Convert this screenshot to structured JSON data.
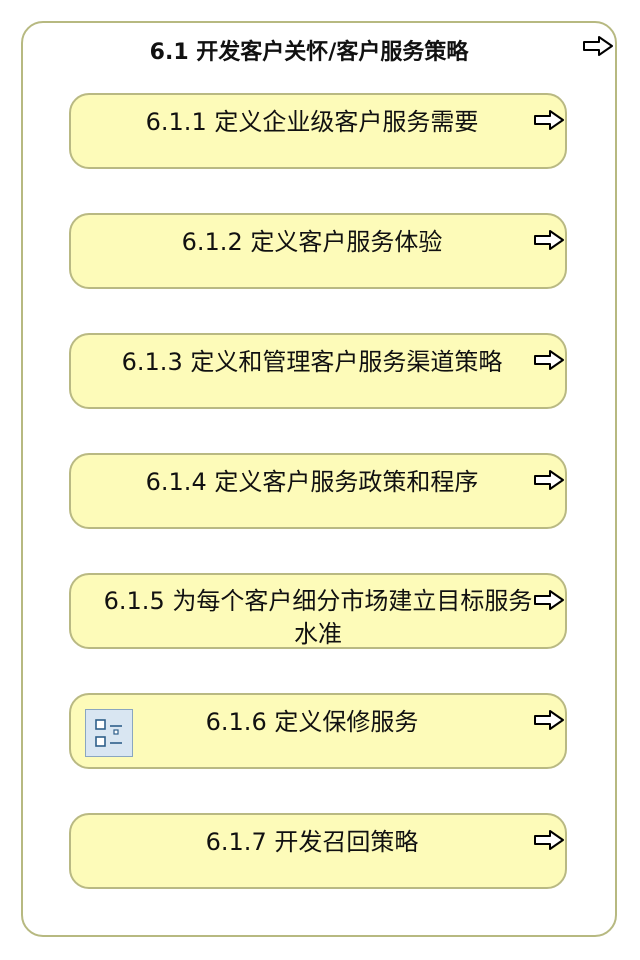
{
  "diagram": {
    "title": "6.1 开发客户关怀/客户服务策略",
    "title_icon": "arrow-right-outline-icon",
    "items": [
      {
        "label": "6.1.1 定义企业级客户服务需要",
        "icon": "arrow-right-outline-icon"
      },
      {
        "label": "6.1.2 定义客户服务体验",
        "icon": "arrow-right-outline-icon"
      },
      {
        "label": "6.1.3 定义和管理客户服务渠道策略",
        "icon": "arrow-right-outline-icon"
      },
      {
        "label": "6.1.4 定义客户服务政策和程序",
        "icon": "arrow-right-outline-icon"
      },
      {
        "label": "6.1.5 为每个客户细分市场建立目标服务水准",
        "icon": "arrow-right-outline-icon"
      },
      {
        "label": "6.1.6 定义保修服务",
        "icon": "arrow-right-outline-icon",
        "badge_icon": "checklist-icon"
      },
      {
        "label": "6.1.7 开发召回策略",
        "icon": "arrow-right-outline-icon"
      }
    ],
    "colors": {
      "item_fill": "#fdfbb9",
      "item_border": "#b9b983",
      "container_border": "#b7b981",
      "badge_fill": "#d9e6f2"
    }
  }
}
